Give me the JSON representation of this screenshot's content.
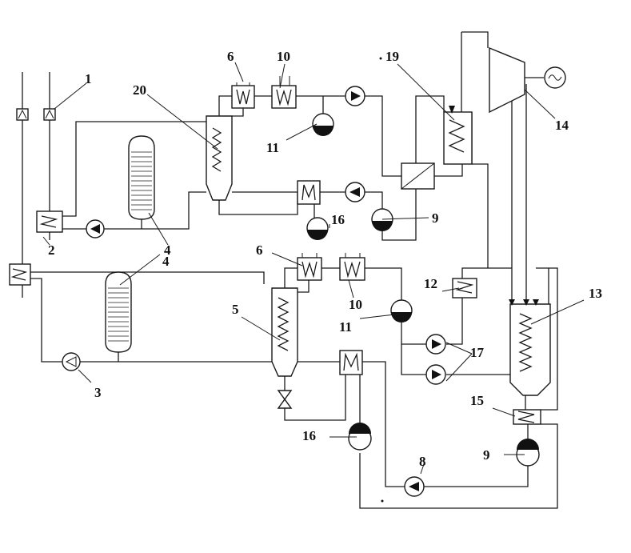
{
  "labels": {
    "l1": "1",
    "l2": "2",
    "l3": "3",
    "l4a": "4",
    "l4b": "4",
    "l5": "5",
    "l6a": "6",
    "l6b": "6",
    "l8": "8",
    "l9a": "9",
    "l9b": "9",
    "l10a": "10",
    "l10b": "10",
    "l11a": "11",
    "l11b": "11",
    "l12": "12",
    "l13": "13",
    "l14": "14",
    "l15": "15",
    "l16a": "16",
    "l16b": "16",
    "l17": "17",
    "l19": "19",
    "l20": "20"
  }
}
